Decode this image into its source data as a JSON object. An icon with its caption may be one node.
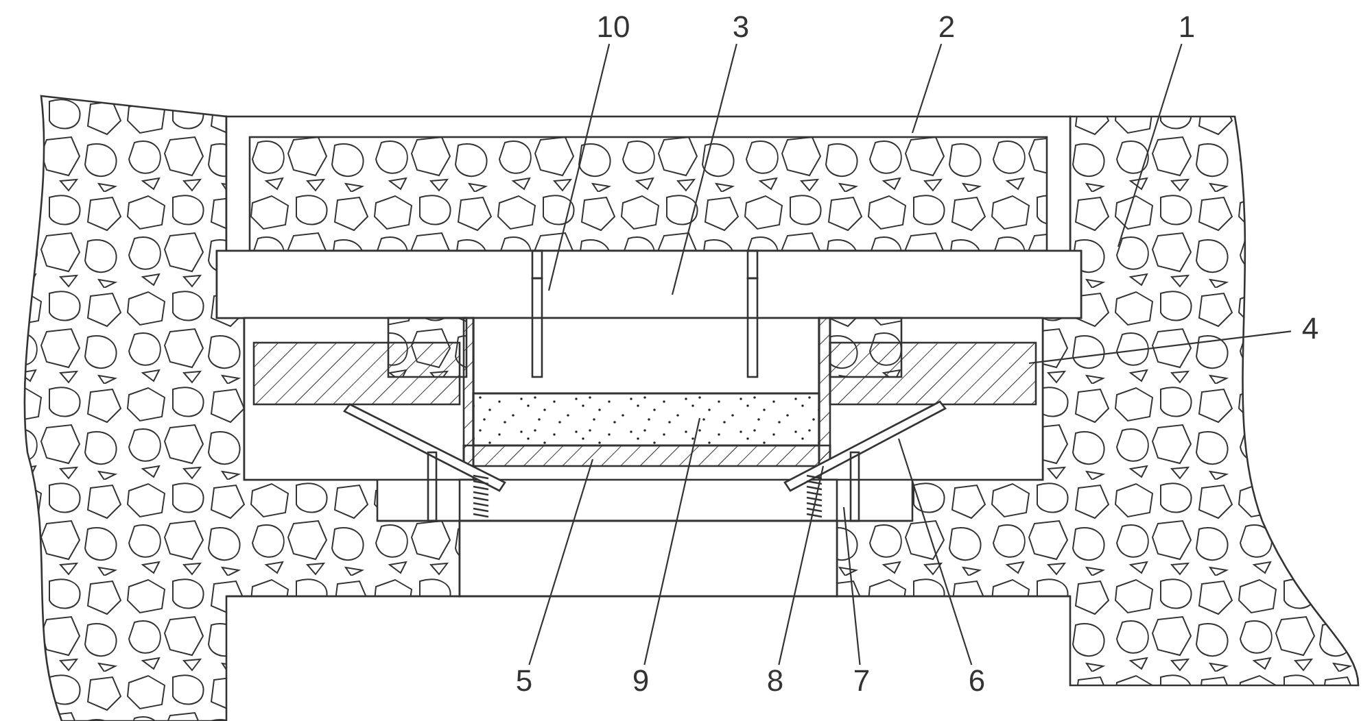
{
  "diagram": {
    "nodes": [
      {
        "text": [
          "10"
        ]
      },
      {
        "text": [
          "3"
        ]
      },
      {
        "text": [
          "2"
        ]
      },
      {
        "text": [
          "1"
        ]
      },
      {
        "text": [
          "4"
        ]
      },
      {
        "text": [
          "5"
        ]
      },
      {
        "text": [
          "9"
        ]
      },
      {
        "text": [
          "8"
        ]
      },
      {
        "text": [
          "7"
        ]
      },
      {
        "text": [
          "6"
        ]
      }
    ],
    "edges": [
      {
        "from": 0,
        "to": null,
        "arrow": "none"
      },
      {
        "from": 1,
        "to": null,
        "arrow": "none"
      },
      {
        "from": 2,
        "to": null,
        "arrow": "none"
      },
      {
        "from": 3,
        "to": null,
        "arrow": "none"
      },
      {
        "from": 4,
        "to": null,
        "arrow": "none"
      },
      {
        "from": 5,
        "to": null,
        "arrow": "none"
      },
      {
        "from": 6,
        "to": null,
        "arrow": "none"
      },
      {
        "from": 7,
        "to": null,
        "arrow": "none"
      },
      {
        "from": 8,
        "to": null,
        "arrow": "none"
      },
      {
        "from": 9,
        "to": null,
        "arrow": "none"
      }
    ]
  }
}
